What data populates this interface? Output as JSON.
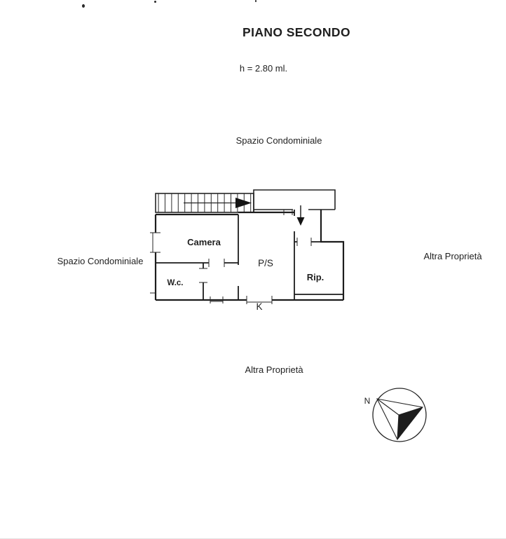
{
  "page": {
    "title": "PIANO SECONDO",
    "height_note": "h = 2.80 ml."
  },
  "surroundings": {
    "top": "Spazio Condominiale",
    "left": "Spazio Condominiale",
    "right": "Altra Proprietà",
    "bottom": "Altra Proprietà"
  },
  "rooms": [
    {
      "id": "camera",
      "label": "Camera"
    },
    {
      "id": "ps",
      "label": "P/S"
    },
    {
      "id": "wc",
      "label": "W.c."
    },
    {
      "id": "rip",
      "label": "Rip."
    },
    {
      "id": "k",
      "label": "K"
    }
  ],
  "compass": {
    "north": "N"
  },
  "colors": {
    "ink": "#1c1c1c",
    "paper": "#ffffff"
  }
}
